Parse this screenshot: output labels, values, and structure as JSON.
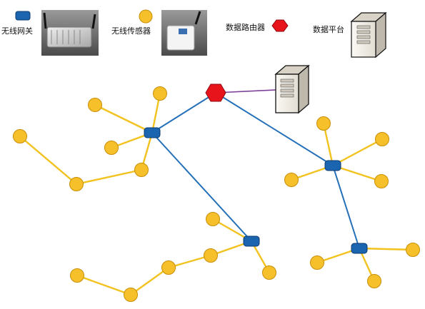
{
  "legend": {
    "gateway_label": "无线网关",
    "sensor_label": "无线传感器",
    "router_label": "数据路由器",
    "platform_label": "数据平台"
  },
  "colors": {
    "gateway": "#1a64b0",
    "gateway_stroke": "#0d3c70",
    "sensor": "#f6c02a",
    "sensor_stroke": "#c88e08",
    "router": "#e8141c",
    "router_stroke": "#8f0a10",
    "sensor_link": "#f2c21e",
    "backbone_link": "#2470b8",
    "platform_link": "#7b3f9a",
    "server_body": "#f1ede6",
    "server_side": "#bfb9ad"
  },
  "icons": {
    "gateway_photo": "router-device-photo",
    "sensor_photo": "sensor-box-photo",
    "router": "red-hexagon",
    "platform": "server-tower"
  },
  "network": {
    "router": {
      "id": "R"
    },
    "platform": {
      "id": "P"
    },
    "gateways": [
      "G1",
      "G2",
      "G3",
      "G4"
    ],
    "sensors": [
      "S1",
      "S2",
      "S3",
      "S4",
      "S5",
      "S6",
      "S7",
      "S8",
      "S9",
      "S10",
      "S11",
      "S12",
      "S13",
      "S14",
      "S15",
      "S16",
      "S17",
      "S18",
      "S19",
      "S20",
      "S21"
    ],
    "backbone_links": [
      [
        "R",
        "G1"
      ],
      [
        "G1",
        "G2"
      ],
      [
        "R",
        "G3"
      ],
      [
        "G3",
        "G4"
      ]
    ],
    "platform_links": [
      [
        "R",
        "P"
      ]
    ],
    "sensor_links": [
      [
        "G1",
        "S1"
      ],
      [
        "G1",
        "S2"
      ],
      [
        "G1",
        "S3"
      ],
      [
        "G1",
        "S4"
      ],
      [
        "S4",
        "S5"
      ],
      [
        "S5",
        "S6"
      ],
      [
        "G3",
        "S7"
      ],
      [
        "G3",
        "S8"
      ],
      [
        "G3",
        "S9"
      ],
      [
        "G3",
        "S10"
      ],
      [
        "G2",
        "S11"
      ],
      [
        "G2",
        "S12"
      ],
      [
        "G2",
        "S13"
      ],
      [
        "S13",
        "S14"
      ],
      [
        "S14",
        "S15"
      ],
      [
        "S15",
        "S16"
      ],
      [
        "G4",
        "S17"
      ],
      [
        "G4",
        "S18"
      ],
      [
        "G4",
        "S19"
      ],
      [
        "S1",
        "S20"
      ],
      [
        "S9",
        "S21"
      ]
    ]
  }
}
